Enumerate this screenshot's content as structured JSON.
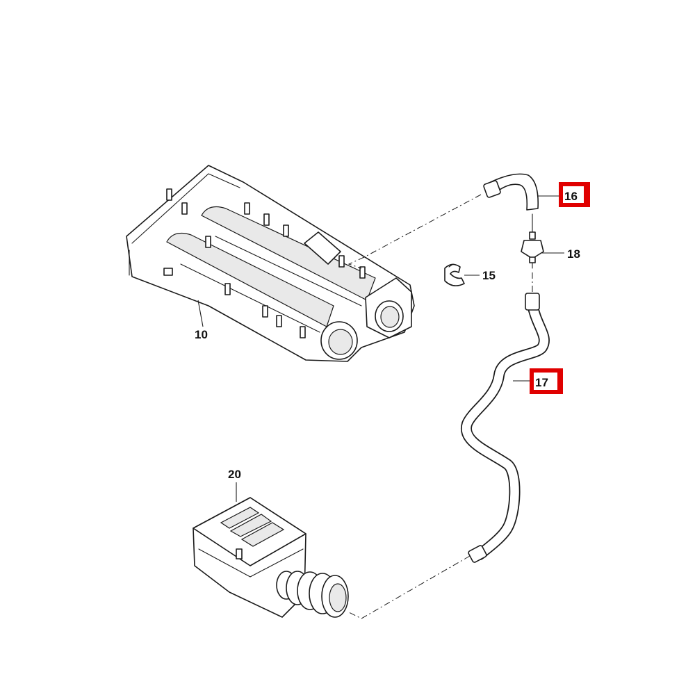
{
  "callouts": {
    "c10": "10",
    "c15": "15",
    "c16": "16",
    "c17": "17",
    "c18": "18",
    "c20": "20"
  },
  "highlight": {
    "box_fill": "#e00000",
    "label_bg": "#ffffff"
  }
}
